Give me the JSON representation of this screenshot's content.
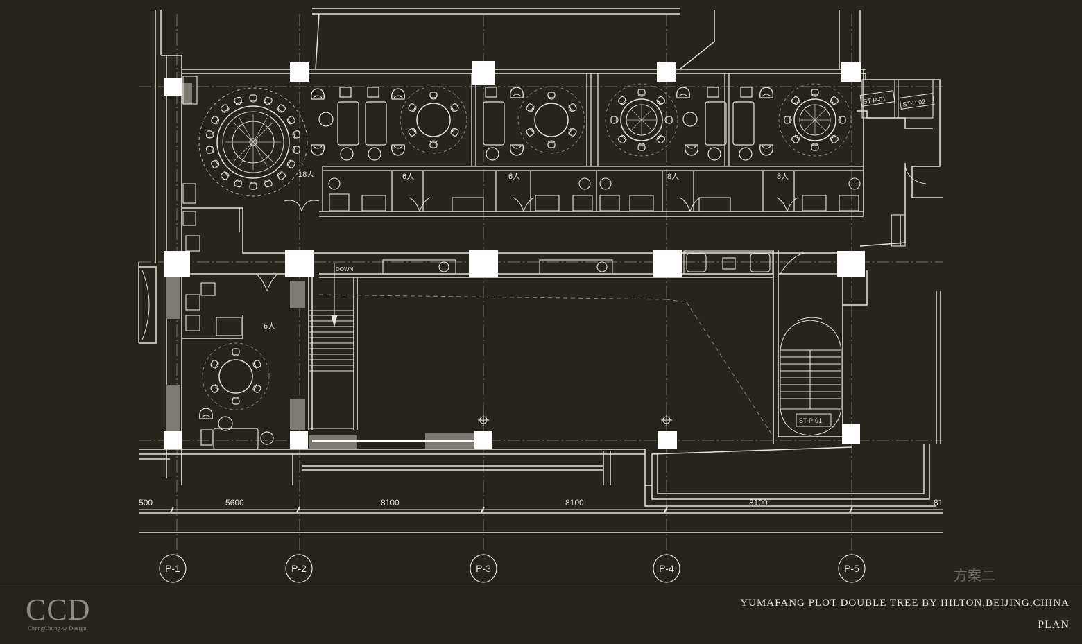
{
  "plan": {
    "grid_labels": [
      "P-1",
      "P-2",
      "P-3",
      "P-4",
      "P-5"
    ],
    "dimensions": [
      "500",
      "5600",
      "8100",
      "8100",
      "8100",
      "81"
    ],
    "room_capacities": [
      "18人",
      "6人",
      "6人",
      "8人",
      "8人",
      "6人"
    ],
    "stair_label": "DOWN",
    "equipment_tags": [
      "ST-P-01",
      "ST-P-02",
      "ST-P-01"
    ]
  },
  "footer": {
    "logo": "CCD",
    "logo_subtitle": "ChengChung ⊙ Design",
    "project_title": "YUMAFANG PLOT DOUBLE TREE BY HILTON,BEIJING,CHINA",
    "sheet_title": "PLAN",
    "scheme_label": "方案二"
  },
  "colors": {
    "background": "#27241d",
    "linework": "#e6e4dc",
    "columns": "#ffffff",
    "muted": "#8e8b82"
  }
}
